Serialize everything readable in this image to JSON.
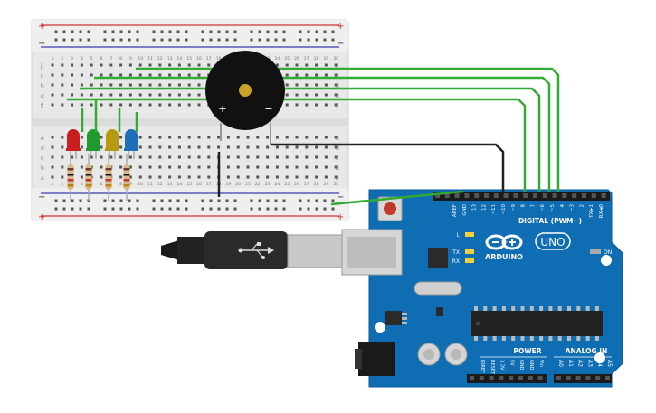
{
  "breadboard": {
    "rail_plus": "+",
    "rail_minus": "−",
    "row_letters_top": [
      "j",
      "i",
      "h",
      "g",
      "f"
    ],
    "row_letters_bottom": [
      "e",
      "d",
      "c",
      "b",
      "a"
    ],
    "column_numbers": [
      "1",
      "2",
      "3",
      "4",
      "5",
      "6",
      "7",
      "8",
      "9",
      "10",
      "11",
      "12",
      "13",
      "14",
      "15",
      "16",
      "17",
      "18",
      "19",
      "20",
      "21",
      "22",
      "23",
      "24",
      "25",
      "26",
      "27",
      "28",
      "29",
      "30"
    ]
  },
  "leds": [
    {
      "color": "#c81e1e",
      "name": "red"
    },
    {
      "color": "#1e9a2e",
      "name": "green"
    },
    {
      "color": "#b59a10",
      "name": "yellow"
    },
    {
      "color": "#1e6fb8",
      "name": "blue"
    }
  ],
  "buzzer": {
    "plus_label": "+",
    "minus_label": "−"
  },
  "arduino": {
    "logo_text": "ARDUINO",
    "model": "UNO",
    "on_label": "ON",
    "l_label": "L",
    "tx_label": "TX",
    "rx_label": "RX",
    "digital_label": "DIGITAL (PWM~)",
    "power_label": "POWER",
    "analog_label": "ANALOG IN",
    "top_pins": [
      "AREF",
      "GND",
      "13",
      "12",
      "~11",
      "~10",
      "~9",
      "8",
      "7",
      "~6",
      "~5",
      "4",
      "~3",
      "2",
      "TX►1",
      "RX◄0"
    ],
    "power_pins": [
      "IOREF",
      "RESET",
      "3.3V",
      "5V",
      "GND",
      "GND",
      "Vin"
    ],
    "analog_pins": [
      "A0",
      "A1",
      "A2",
      "A3",
      "A4",
      "A5"
    ]
  },
  "colors": {
    "wire_green": "#33aa33",
    "wire_black": "#222222",
    "board_blue": "#0e6db3",
    "breadboard": "#e6e6e6",
    "rail_red": "#d33333",
    "rail_blue": "#333399"
  }
}
